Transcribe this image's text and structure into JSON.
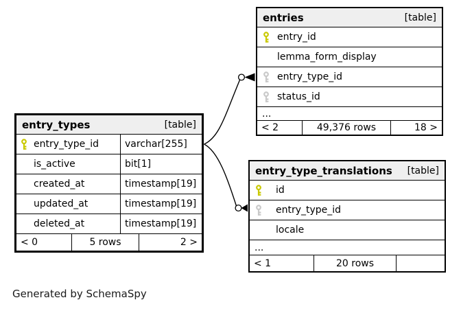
{
  "note": "Generated by SchemaSpy",
  "colors": {
    "primary_key_icon": "#c9c900",
    "foreign_key_icon": "#c9c9c9",
    "header_bg": "#efefef",
    "border": "#000000"
  },
  "tables": {
    "entry_types": {
      "name": "entry_types",
      "badge": "[table]",
      "columns": [
        {
          "name": "entry_type_id",
          "type": "varchar[255]",
          "key": "primary"
        },
        {
          "name": "is_active",
          "type": "bit[1]",
          "key": "none"
        },
        {
          "name": "created_at",
          "type": "timestamp[19]",
          "key": "none"
        },
        {
          "name": "updated_at",
          "type": "timestamp[19]",
          "key": "none"
        },
        {
          "name": "deleted_at",
          "type": "timestamp[19]",
          "key": "none"
        }
      ],
      "footer": {
        "left": "< 0",
        "center": "5 rows",
        "right": "2 >"
      }
    },
    "entries": {
      "name": "entries",
      "badge": "[table]",
      "columns": [
        {
          "name": "entry_id",
          "key": "primary"
        },
        {
          "name": "lemma_form_display",
          "key": "none"
        },
        {
          "name": "entry_type_id",
          "key": "foreign"
        },
        {
          "name": "status_id",
          "key": "foreign"
        }
      ],
      "ellipsis": "...",
      "footer": {
        "left": "< 2",
        "center": "49,376 rows",
        "right": "18 >"
      }
    },
    "entry_type_translations": {
      "name": "entry_type_translations",
      "badge": "[table]",
      "columns": [
        {
          "name": "id",
          "key": "primary"
        },
        {
          "name": "entry_type_id",
          "key": "foreign"
        },
        {
          "name": "locale",
          "key": "none"
        }
      ],
      "ellipsis": "...",
      "footer": {
        "left": "< 1",
        "center": "20 rows",
        "right": ""
      }
    }
  }
}
